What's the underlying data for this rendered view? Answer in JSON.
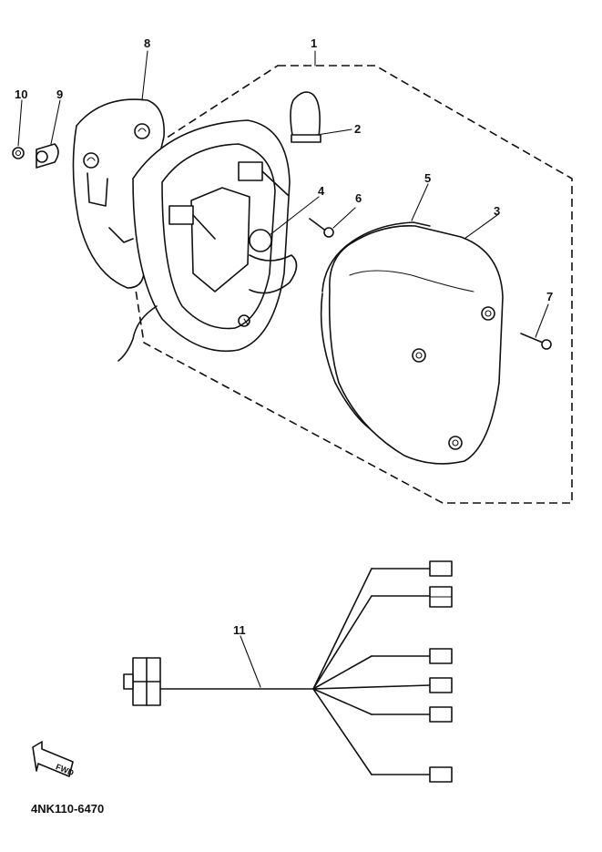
{
  "parts": [
    {
      "callout": "1"
    },
    {
      "callout": "2"
    },
    {
      "callout": "3"
    },
    {
      "callout": "4"
    },
    {
      "callout": "5"
    },
    {
      "callout": "6"
    },
    {
      "callout": "7"
    },
    {
      "callout": "8"
    },
    {
      "callout": "9"
    },
    {
      "callout": "10"
    },
    {
      "callout": "11"
    }
  ],
  "fwd_arrow": {
    "label": "FWD"
  },
  "diagram_code": "4NK110-6470"
}
